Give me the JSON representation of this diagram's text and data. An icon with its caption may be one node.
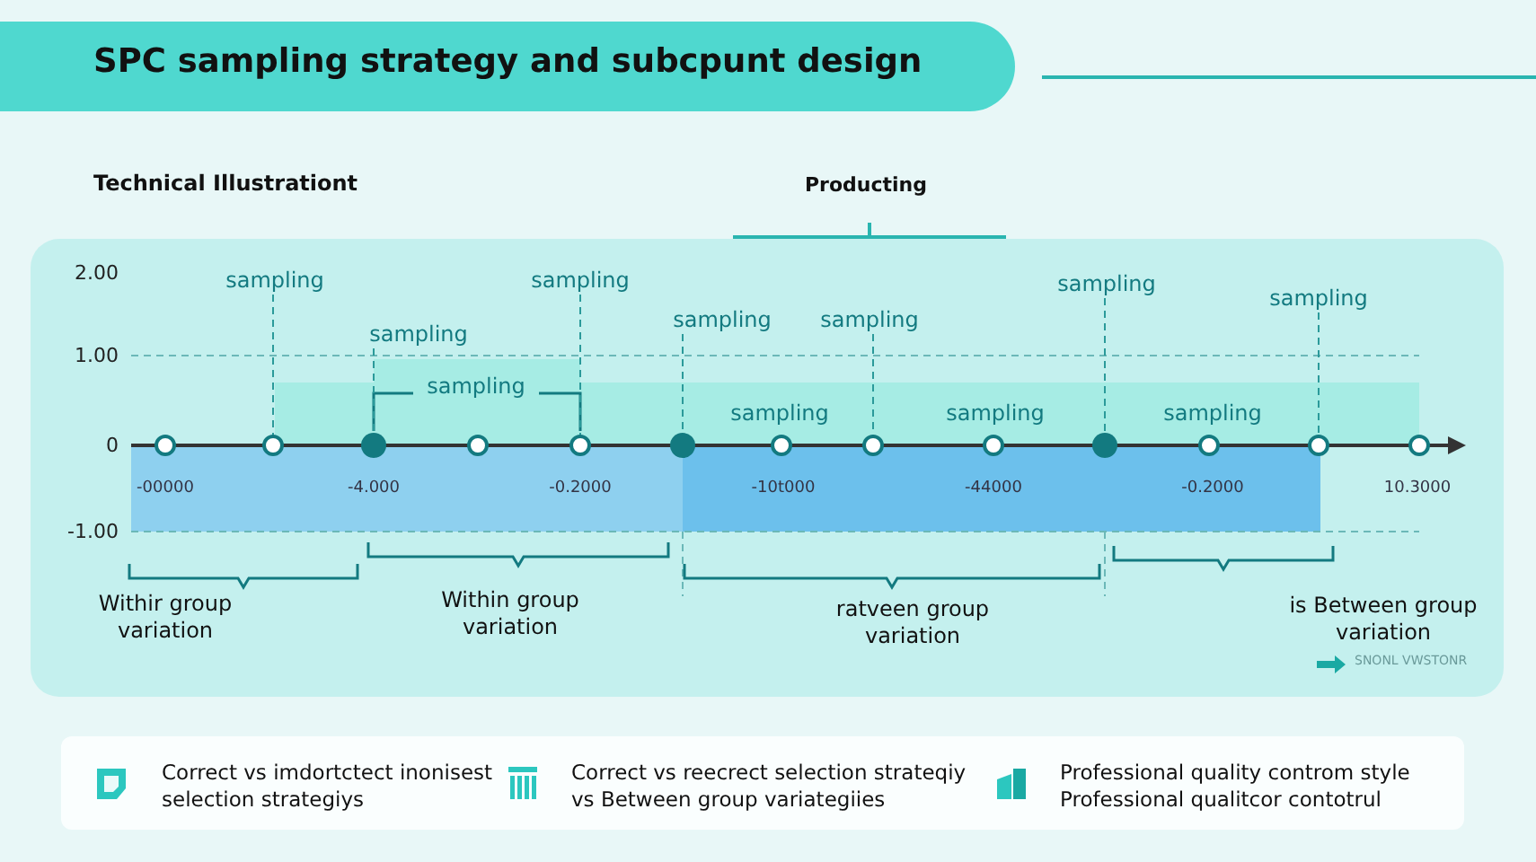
{
  "diagram": {
    "title": "SPC sampling strategy and subcpunt design",
    "nodes": [
      {
        "text": [
          "sampling"
        ]
      },
      {
        "text": [
          "sampling"
        ]
      },
      {
        "text": [
          "sampling"
        ]
      },
      {
        "text": [
          "sampling"
        ]
      },
      {
        "text": [
          "sampling"
        ]
      },
      {
        "text": [
          "sampling"
        ]
      },
      {
        "text": [
          "sampling"
        ]
      },
      {
        "text": [],
        "shape": "circle"
      },
      {
        "text": [],
        "shape": "circle"
      },
      {
        "text": [],
        "shape": "dot"
      },
      {
        "text": [],
        "shape": "circle"
      },
      {
        "text": [],
        "shape": "circle"
      },
      {
        "text": [],
        "shape": "dot"
      },
      {
        "text": [],
        "shape": "circle"
      },
      {
        "text": [],
        "shape": "circle"
      },
      {
        "text": [],
        "shape": "circle"
      },
      {
        "text": [],
        "shape": "dot"
      },
      {
        "text": [],
        "shape": "circle"
      },
      {
        "text": [],
        "shape": "circle"
      },
      {
        "text": [],
        "shape": "circle"
      },
      {
        "text": [
          "Correct vs imdortctect inonisest selection strategiys",
          "Correct vs reecrect selection strateqiy vs Between group variategiies",
          "Professional quality controm style Professional qualitcor contotrul"
        ]
      }
    ],
    "edges": [
      {
        "from": 0,
        "to": 8,
        "arrow": "none",
        "style": "dashed"
      },
      {
        "from": 1,
        "to": 11,
        "arrow": "none",
        "style": "dashed"
      },
      {
        "from": 2,
        "to": 9,
        "arrow": "none",
        "style": "dashed"
      },
      {
        "from": 3,
        "to": 12,
        "arrow": "none",
        "style": "dashed"
      },
      {
        "from": 4,
        "to": 14,
        "arrow": "none",
        "style": "dashed"
      },
      {
        "from": 5,
        "to": 16,
        "arrow": "none",
        "style": "dashed"
      },
      {
        "from": 6,
        "to": 18,
        "arrow": "none",
        "style": "dashed"
      }
    ],
    "labels": [
      "Technical Illustrationt",
      "Producting",
      "2.00",
      "1.00",
      "0",
      "-1.00",
      "sampling",
      "sampling",
      "sampling",
      "sampling",
      "-00000",
      "-4.000",
      "-0.2000",
      "-10t000",
      "-44000",
      "-0.2000",
      "10.3000",
      "Withir group variation",
      "Within group variation",
      "ratveen group variation",
      "is Between group variation"
    ],
    "legend": [
      {
        "text": "SNONL VWSTONR"
      }
    ]
  }
}
